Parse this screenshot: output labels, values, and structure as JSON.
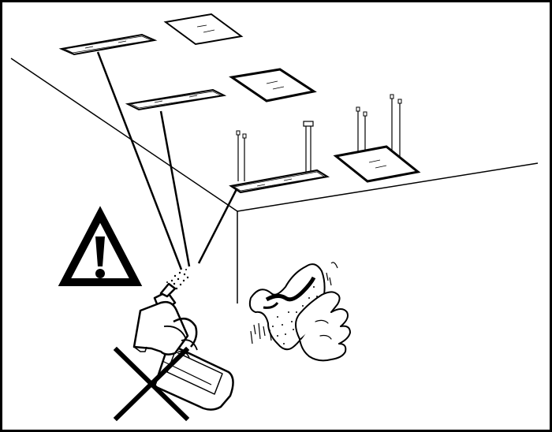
{
  "figure": {
    "kind": "cleaning-instruction-illustration",
    "ink_color": "#000000",
    "background_color": "#ffffff",
    "icons": [
      "warning-triangle-icon",
      "spray-bottle-icon",
      "prohibited-cross-icon",
      "cleaning-cloth-icon",
      "hand-icon"
    ],
    "ceiling_panels": [
      {
        "name": "recessed-panel",
        "mounting": "recessed"
      },
      {
        "name": "recessed-panel",
        "mounting": "recessed"
      },
      {
        "name": "recessed-panel",
        "mounting": "recessed"
      },
      {
        "name": "recessed-panel",
        "mounting": "recessed"
      },
      {
        "name": "suspended-panel",
        "mounting": "suspended"
      },
      {
        "name": "suspended-panel",
        "mounting": "suspended"
      }
    ]
  }
}
